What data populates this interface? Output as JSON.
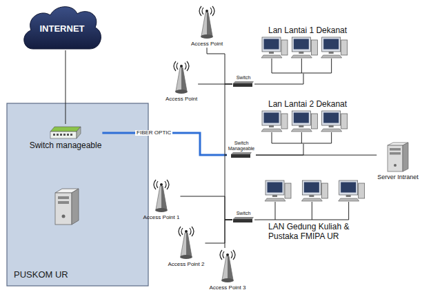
{
  "diagram": {
    "nodes": [
      {
        "text": [
          "INTERNET"
        ]
      },
      {
        "text": [
          "PUSKOM UR"
        ]
      },
      {
        "text": [
          "Switch manageable"
        ],
        "in": 1
      },
      {
        "text": [
          "Access Point"
        ]
      },
      {
        "text": [
          "Lan Lantai 1 Dekanat"
        ]
      },
      {
        "text": [
          "Switch"
        ]
      },
      {
        "text": [
          "Access Point"
        ]
      },
      {
        "text": [
          "Lan Lantai 2 Dekanat"
        ]
      },
      {
        "text": [
          "Switch Manageable"
        ]
      },
      {
        "text": [
          "Server Intranet"
        ]
      },
      {
        "text": [
          "Access Point 1"
        ]
      },
      {
        "text": [
          "Switch"
        ]
      },
      {
        "text": [
          "LAN Gedung Kuliah & Pustaka FMIPA UR"
        ]
      },
      {
        "text": [
          "Access Point 2"
        ]
      },
      {
        "text": [
          "Access Point 3"
        ]
      }
    ],
    "edges": [
      {
        "from": 0,
        "to": 2,
        "arrow": "none"
      },
      {
        "from": 2,
        "to": 8,
        "label": "FIBER OPTIC",
        "arrow": "none"
      },
      {
        "from": 8,
        "to": 5,
        "arrow": "none"
      },
      {
        "from": 8,
        "to": 11,
        "arrow": "none"
      },
      {
        "from": 3,
        "to": 5,
        "arrow": "none"
      },
      {
        "from": 6,
        "to": 5,
        "arrow": "none"
      },
      {
        "from": 5,
        "to": 4,
        "arrow": "none"
      },
      {
        "from": 8,
        "to": 7,
        "arrow": "none"
      },
      {
        "from": 8,
        "to": 9,
        "arrow": "none"
      },
      {
        "from": 11,
        "to": 12,
        "arrow": "none"
      },
      {
        "from": 10,
        "to": 11,
        "arrow": "none"
      },
      {
        "from": 13,
        "to": 11,
        "arrow": "none"
      },
      {
        "from": 14,
        "to": 11,
        "arrow": "none"
      }
    ]
  }
}
